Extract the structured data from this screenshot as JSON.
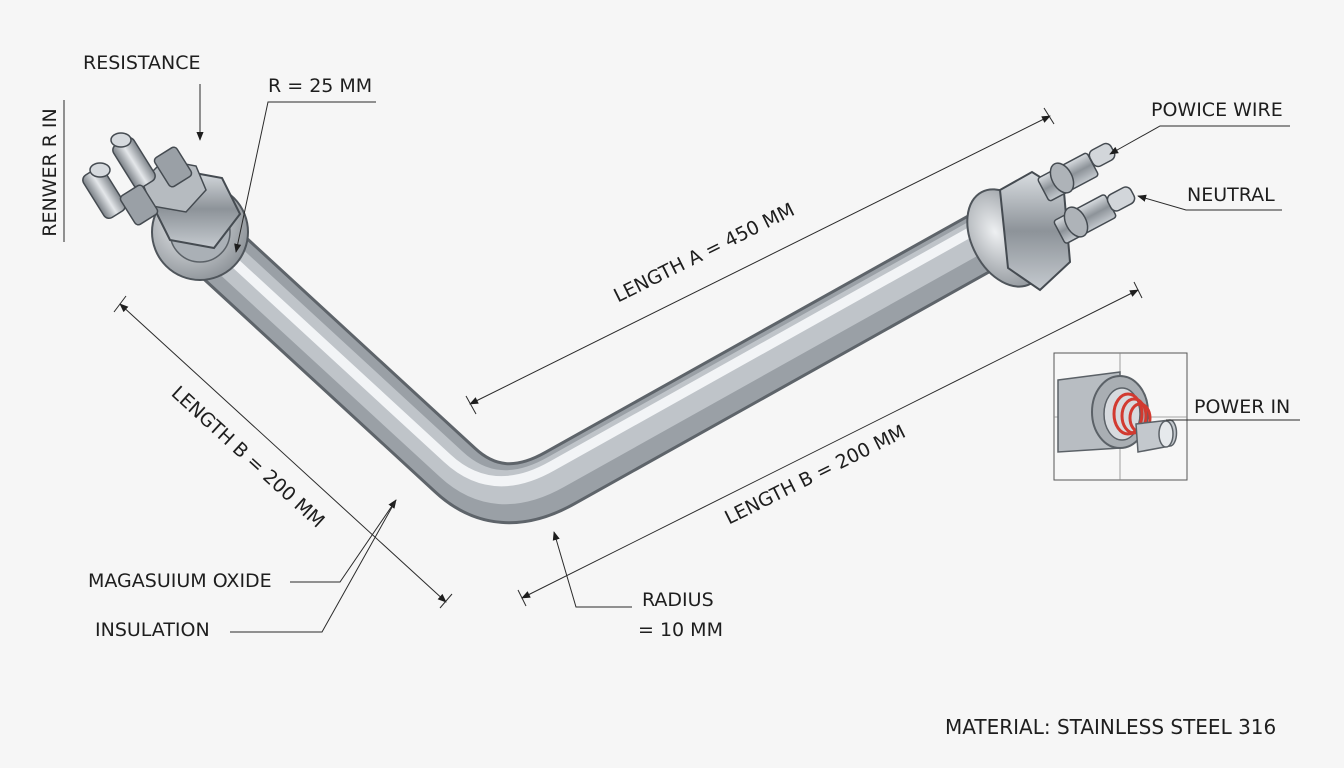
{
  "labels": {
    "resistance": "RESISTANCE",
    "r_25": "R = 25 MM",
    "renwer": "RENWER R  IN",
    "powice_wire": "POWICE WIRE",
    "neutral": "NEUTRAL",
    "power_in": "POWER IN",
    "length_a": "LENGTH A = 450 MM",
    "length_b_left": "LENGTH B = 200 MM",
    "length_b_right": "LENGTH B = 200 MM",
    "magnesium_oxide": "MAGASUIUM OXIDE",
    "insulation": "INSULATION",
    "radius_line1": "RADIUS",
    "radius_line2": "= 10 MM",
    "material": "MATERIAL: STAINLESS STEEL 316"
  },
  "colors": {
    "background": "#f6f6f6",
    "tube_dark": "#6f757b",
    "tube_light": "#e8ebee",
    "dimension_line": "#2a2a2a",
    "heating_coil": "#d23a30"
  }
}
